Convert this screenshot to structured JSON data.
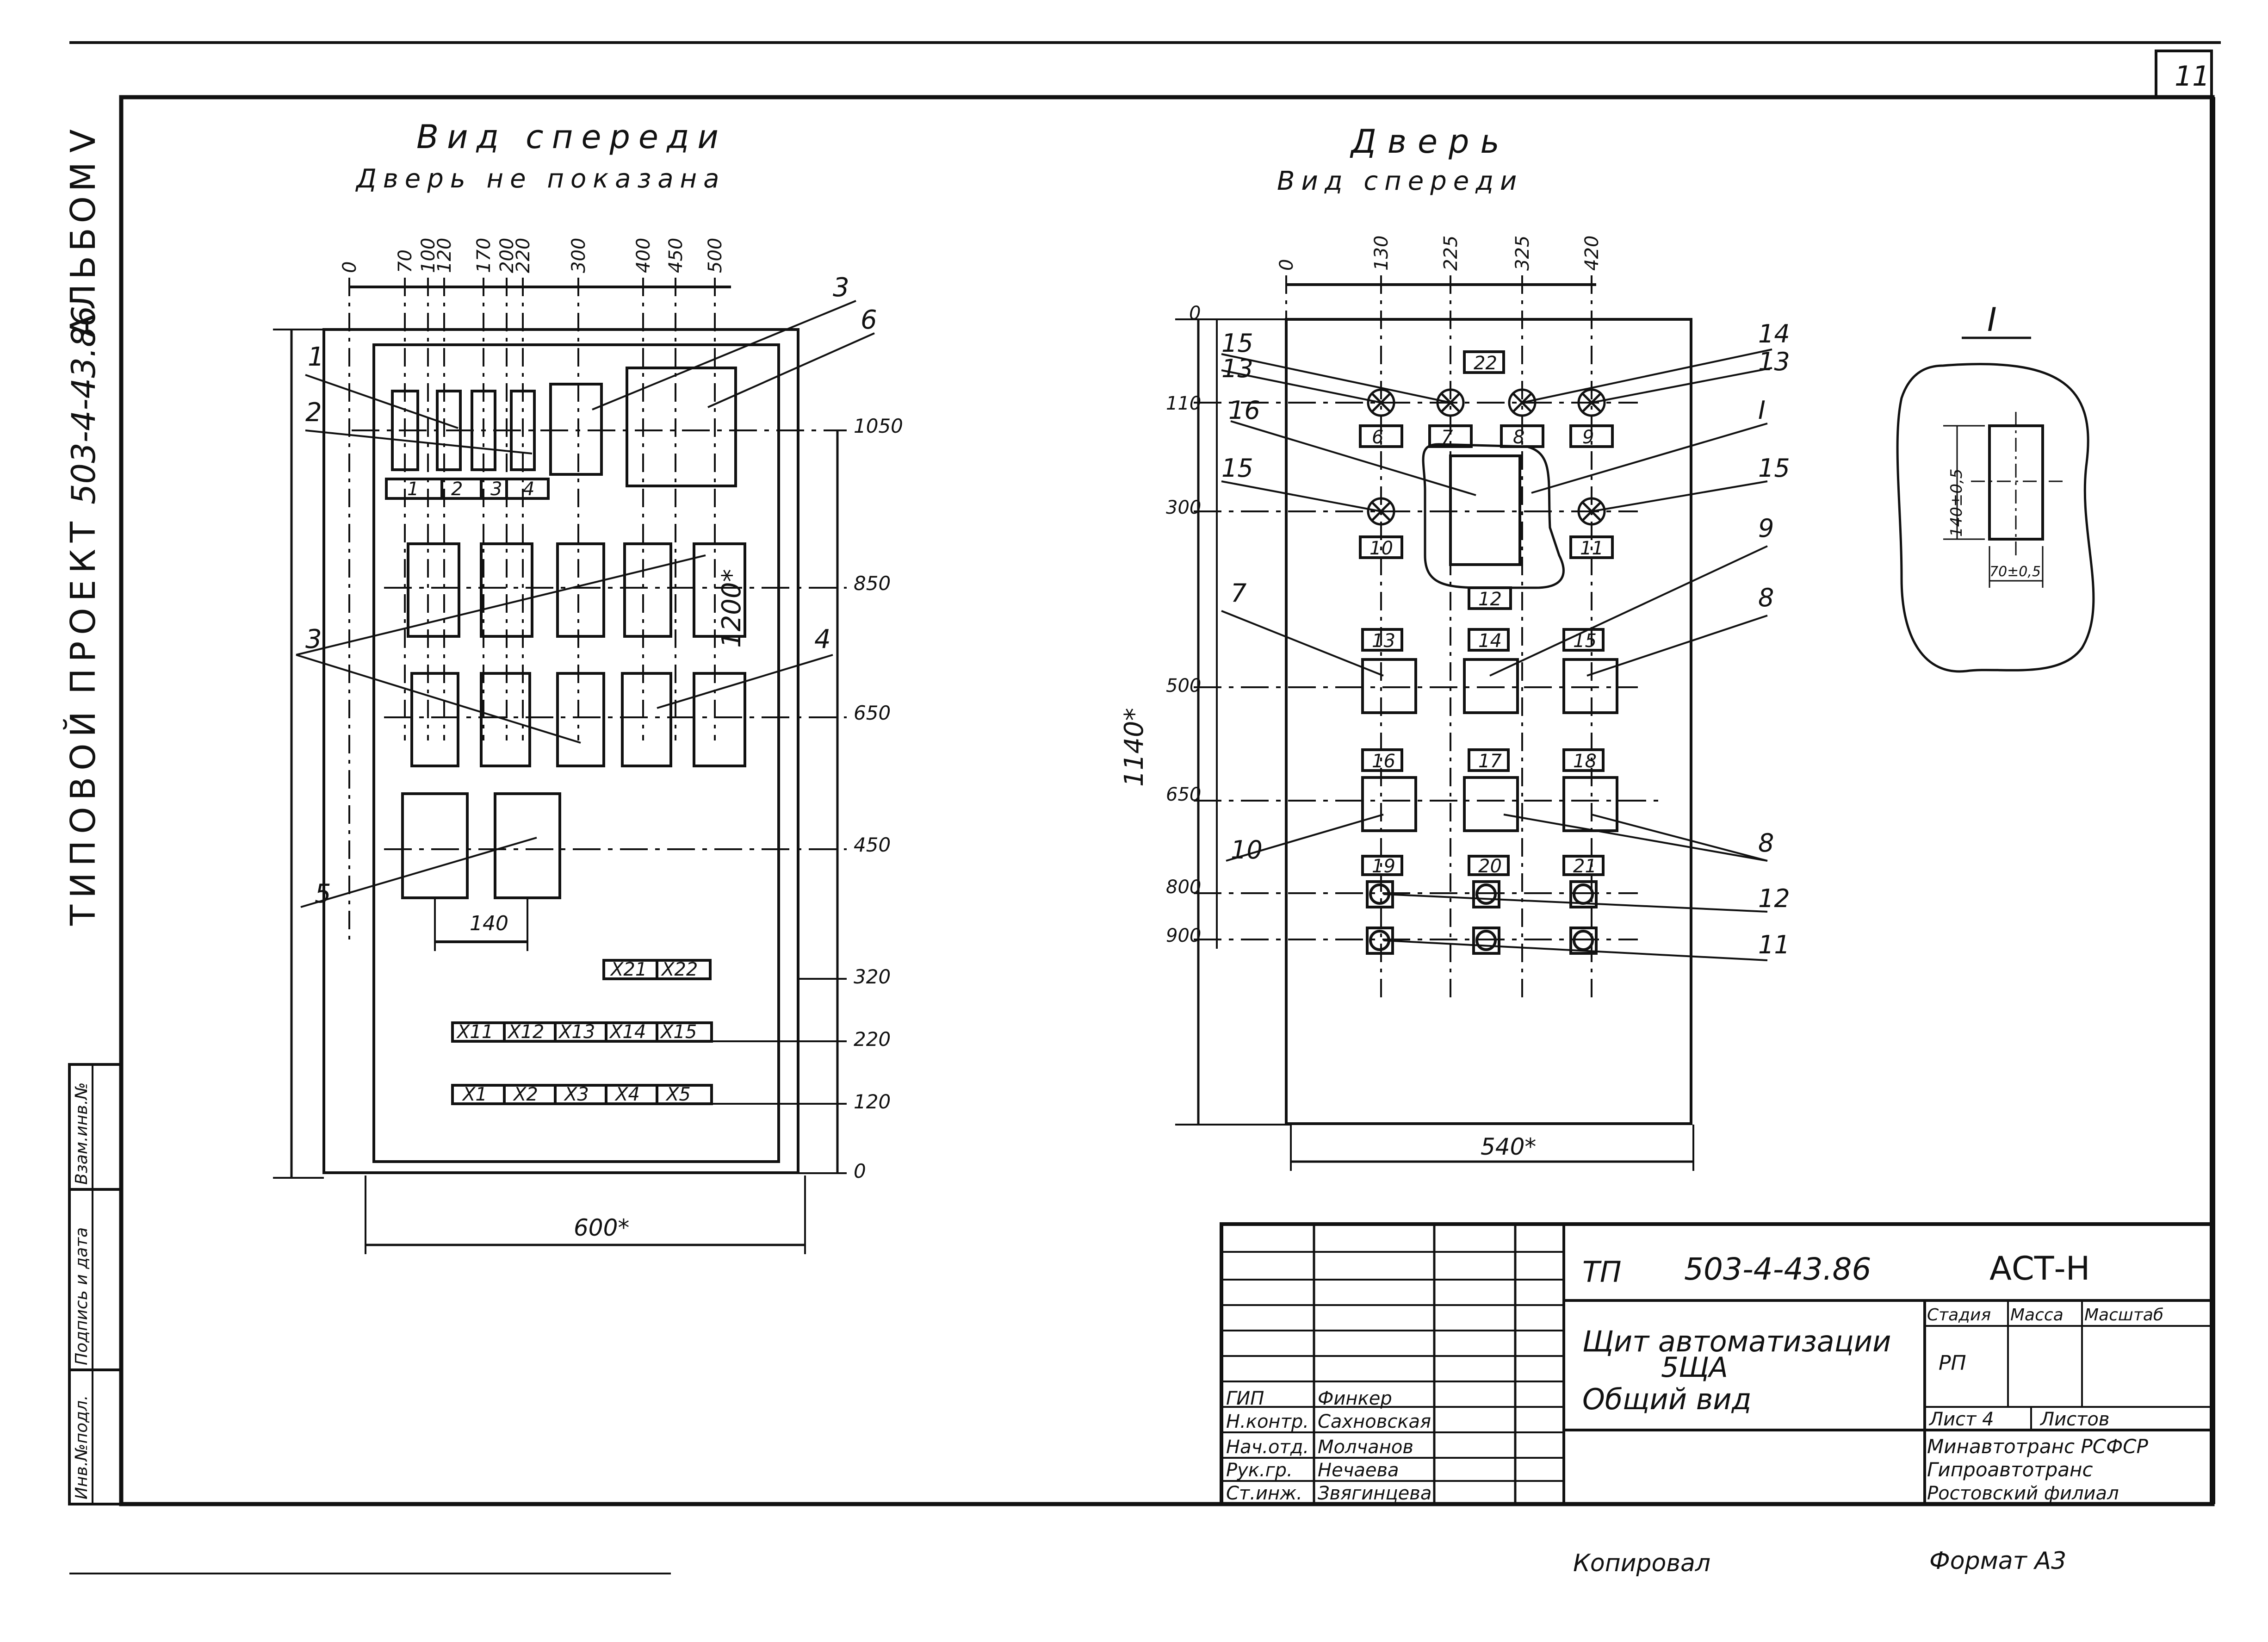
{
  "sheet_number": "11",
  "side_title": {
    "typical": "ТИПОВОЙ",
    "project": "ПРОЕКТ",
    "code": "503-4-43.86",
    "album": "АЛЬБОМ",
    "vol": "V"
  },
  "left_strip": {
    "inv": "Инв.№подл.",
    "sign": "Подпись и дата",
    "replace": "Взам.инв.№"
  },
  "front_view": {
    "title1": "Вид спереди",
    "title2": "Дверь не показана",
    "top_dims": [
      "0",
      "70",
      "100",
      "120",
      "170",
      "200",
      "220",
      "300",
      "400",
      "450",
      "500"
    ],
    "right_dims": [
      "1050",
      "850",
      "650",
      "450",
      "320",
      "220",
      "120",
      "0"
    ],
    "height_label": "1200*",
    "width_label": "600*",
    "dim_140": "140",
    "small_labels": [
      "1",
      "2",
      "3",
      "4"
    ],
    "terminals_row1": [
      "X21",
      "X22"
    ],
    "terminals_row2": [
      "X11",
      "X12",
      "X13",
      "X14",
      "X15"
    ],
    "terminals_row3": [
      "X1",
      "X2",
      "X3",
      "X4",
      "X5"
    ],
    "callouts": [
      "1",
      "2",
      "3",
      "6",
      "3",
      "4",
      "5"
    ]
  },
  "door_view": {
    "title1": "Дверь",
    "title2": "Вид спереди",
    "top_dims": [
      "0",
      "130",
      "225",
      "325",
      "420"
    ],
    "left_dims": [
      "0",
      "110",
      "300",
      "500",
      "650",
      "800",
      "900"
    ],
    "height_label": "1140*",
    "width_label": "540*",
    "boxes": [
      "22",
      "6",
      "7",
      "8",
      "9",
      "10",
      "11",
      "12",
      "13",
      "14",
      "15",
      "16",
      "17",
      "18",
      "19",
      "20",
      "21"
    ],
    "callouts_left": [
      "15",
      "13",
      "16",
      "15",
      "7",
      "10"
    ],
    "callouts_right": [
      "14",
      "13",
      "I",
      "15",
      "9",
      "8",
      "8",
      "12",
      "11"
    ]
  },
  "detail": {
    "title": "I",
    "h_dim": "140±0,5",
    "w_dim": "70±0,5"
  },
  "stamp": {
    "tp": "ТП",
    "code": "503-4-43.86",
    "mark": "АСТ-Н",
    "name1": "Щит автоматизации",
    "name2": "5ЩА",
    "name3": "Общий вид",
    "stage_h": "Стадия",
    "mass_h": "Масса",
    "scale_h": "Масштаб",
    "stage": "РП",
    "sheet": "Лист 4",
    "sheets": "Листов",
    "org1": "Минавтотранс РСФСР",
    "org2": "Гипроавтотранс",
    "org3": "Ростовский филиал",
    "roles": [
      "ГИП",
      "Н.контр.",
      "Нач.отд.",
      "Рук.гр.",
      "Ст.инж."
    ],
    "names": [
      "Финкер",
      "Сахновская",
      "Молчанов",
      "Нечаева",
      "Звягинцева"
    ]
  },
  "copied": "Копировал",
  "format": "Формат А3"
}
